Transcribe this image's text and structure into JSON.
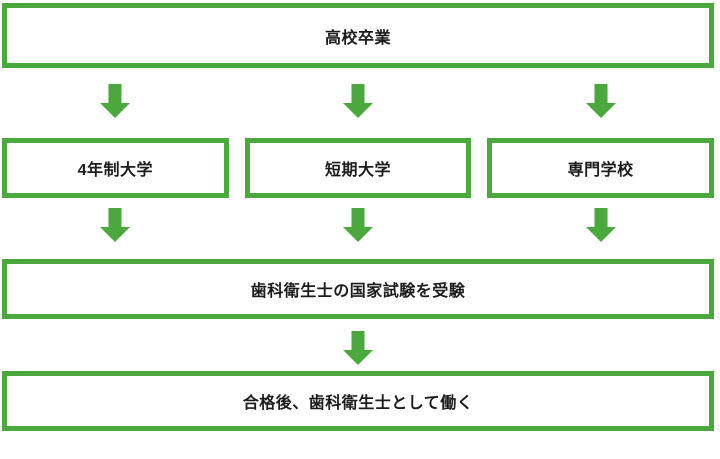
{
  "colors": {
    "accent": "#4aa83c",
    "text": "#1c1c1c",
    "background": "#ffffff"
  },
  "flowchart": {
    "title_implicit": "",
    "nodes": {
      "highschool": {
        "label": "高校卒業"
      },
      "university": {
        "label": "4年制大学"
      },
      "junior_college": {
        "label": "短期大学"
      },
      "vocational": {
        "label": "専門学校"
      },
      "exam": {
        "label": "歯科衛生士の国家試験を受験"
      },
      "work": {
        "label": "合格後、歯科衛生士として働く"
      }
    },
    "edges": [
      {
        "from": "highschool",
        "to": "university",
        "icon": "arrow-down-icon"
      },
      {
        "from": "highschool",
        "to": "junior_college",
        "icon": "arrow-down-icon"
      },
      {
        "from": "highschool",
        "to": "vocational",
        "icon": "arrow-down-icon"
      },
      {
        "from": "university",
        "to": "exam",
        "icon": "arrow-down-icon"
      },
      {
        "from": "junior_college",
        "to": "exam",
        "icon": "arrow-down-icon"
      },
      {
        "from": "vocational",
        "to": "exam",
        "icon": "arrow-down-icon"
      },
      {
        "from": "exam",
        "to": "work",
        "icon": "arrow-down-icon"
      }
    ]
  }
}
